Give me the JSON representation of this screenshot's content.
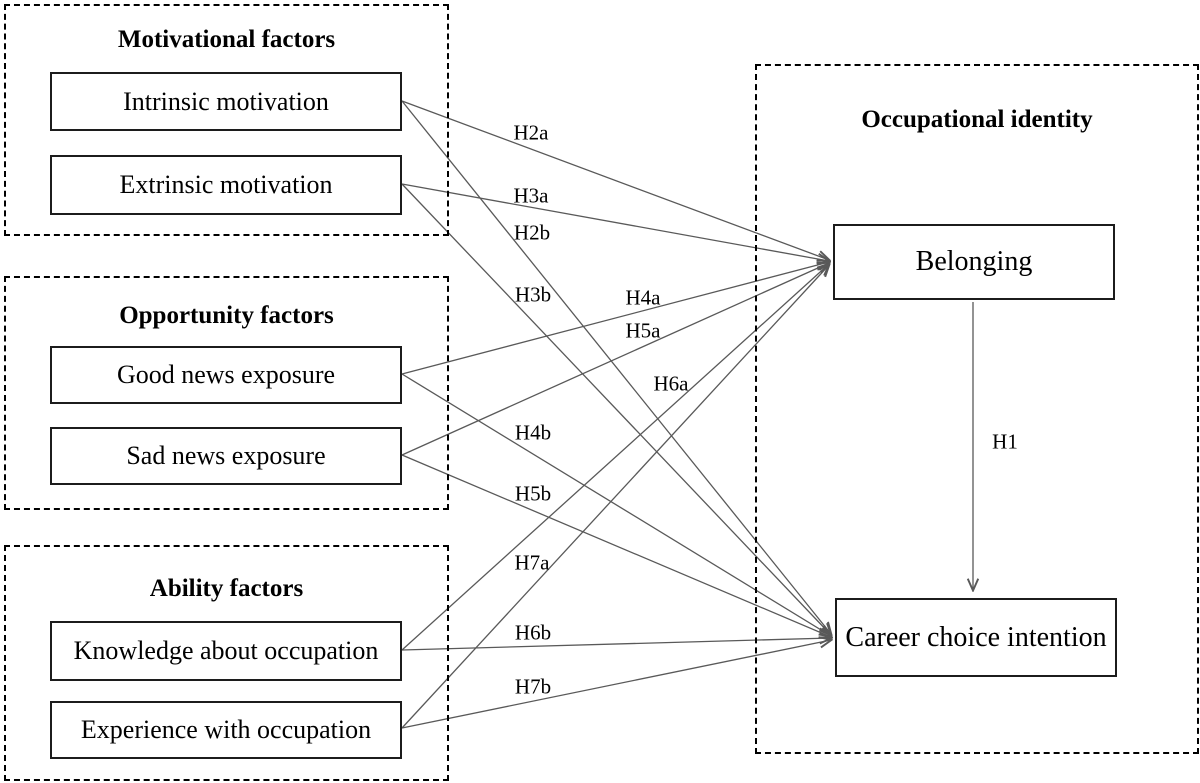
{
  "figure": {
    "type": "path-model-diagram",
    "colors": {
      "background": "#ffffff",
      "box_border": "#1c1c1c",
      "dashed_border": "#000000",
      "arrow_line": "#595959",
      "text": "#000000"
    }
  },
  "groups": [
    {
      "title": "Motivational factors",
      "boxes": [
        "Intrinsic motivation",
        "Extrinsic motivation"
      ]
    },
    {
      "title": "Opportunity factors",
      "boxes": [
        "Good news exposure",
        "Sad news exposure"
      ]
    },
    {
      "title": "Ability factors",
      "boxes": [
        "Knowledge about occupation",
        "Experience with occupation"
      ]
    }
  ],
  "outcome": {
    "title": "Occupational identity",
    "boxes": [
      "Belonging",
      "Career choice intention"
    ]
  },
  "paths": [
    {
      "label": "H1",
      "from": "Belonging",
      "to": "Career choice intention"
    },
    {
      "label": "H2a",
      "from": "Intrinsic motivation",
      "to": "Belonging"
    },
    {
      "label": "H2b",
      "from": "Intrinsic motivation",
      "to": "Career choice intention"
    },
    {
      "label": "H3a",
      "from": "Extrinsic motivation",
      "to": "Belonging"
    },
    {
      "label": "H3b",
      "from": "Extrinsic motivation",
      "to": "Career choice intention"
    },
    {
      "label": "H4a",
      "from": "Good news exposure",
      "to": "Belonging"
    },
    {
      "label": "H4b",
      "from": "Good news exposure",
      "to": "Career choice intention"
    },
    {
      "label": "H5a",
      "from": "Sad news exposure",
      "to": "Belonging"
    },
    {
      "label": "H5b",
      "from": "Sad news exposure",
      "to": "Career choice intention"
    },
    {
      "label": "H6a",
      "from": "Knowledge about occupation",
      "to": "Belonging"
    },
    {
      "label": "H6b",
      "from": "Knowledge about occupation",
      "to": "Career choice intention"
    },
    {
      "label": "H7a",
      "from": "Experience with occupation",
      "to": "Belonging"
    },
    {
      "label": "H7b",
      "from": "Experience with occupation",
      "to": "Career choice intention"
    }
  ]
}
